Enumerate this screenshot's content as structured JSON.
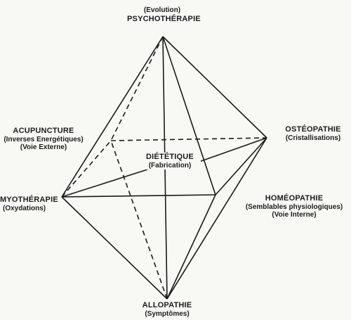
{
  "nodes": {
    "psychotherapie": {
      "title": "PSYCHOTHÉRAPIE",
      "sub1": "(Evolution)"
    },
    "acupuncture": {
      "title": "ACUPUNCTURE",
      "sub1": "(Inverses Energétiques)",
      "sub2": "(Voie Externe)"
    },
    "osteopathie": {
      "title": "OSTÉOPATHIE",
      "sub1": "(Cristallisations)"
    },
    "dietetique": {
      "title": "DIÉTÉTIQUE",
      "sub1": "(Fabrication)"
    },
    "myotherapie": {
      "title": "MYOTHÉRAPIE",
      "sub1": "(Oxydations)"
    },
    "homeopathie": {
      "title": "HOMÉOPATHIE",
      "sub1": "(Semblables physiologiques)",
      "sub2": "(Voie Interne)"
    },
    "allopathie": {
      "title": "ALLOPATHIE",
      "sub1": "(Symptômes)"
    }
  }
}
